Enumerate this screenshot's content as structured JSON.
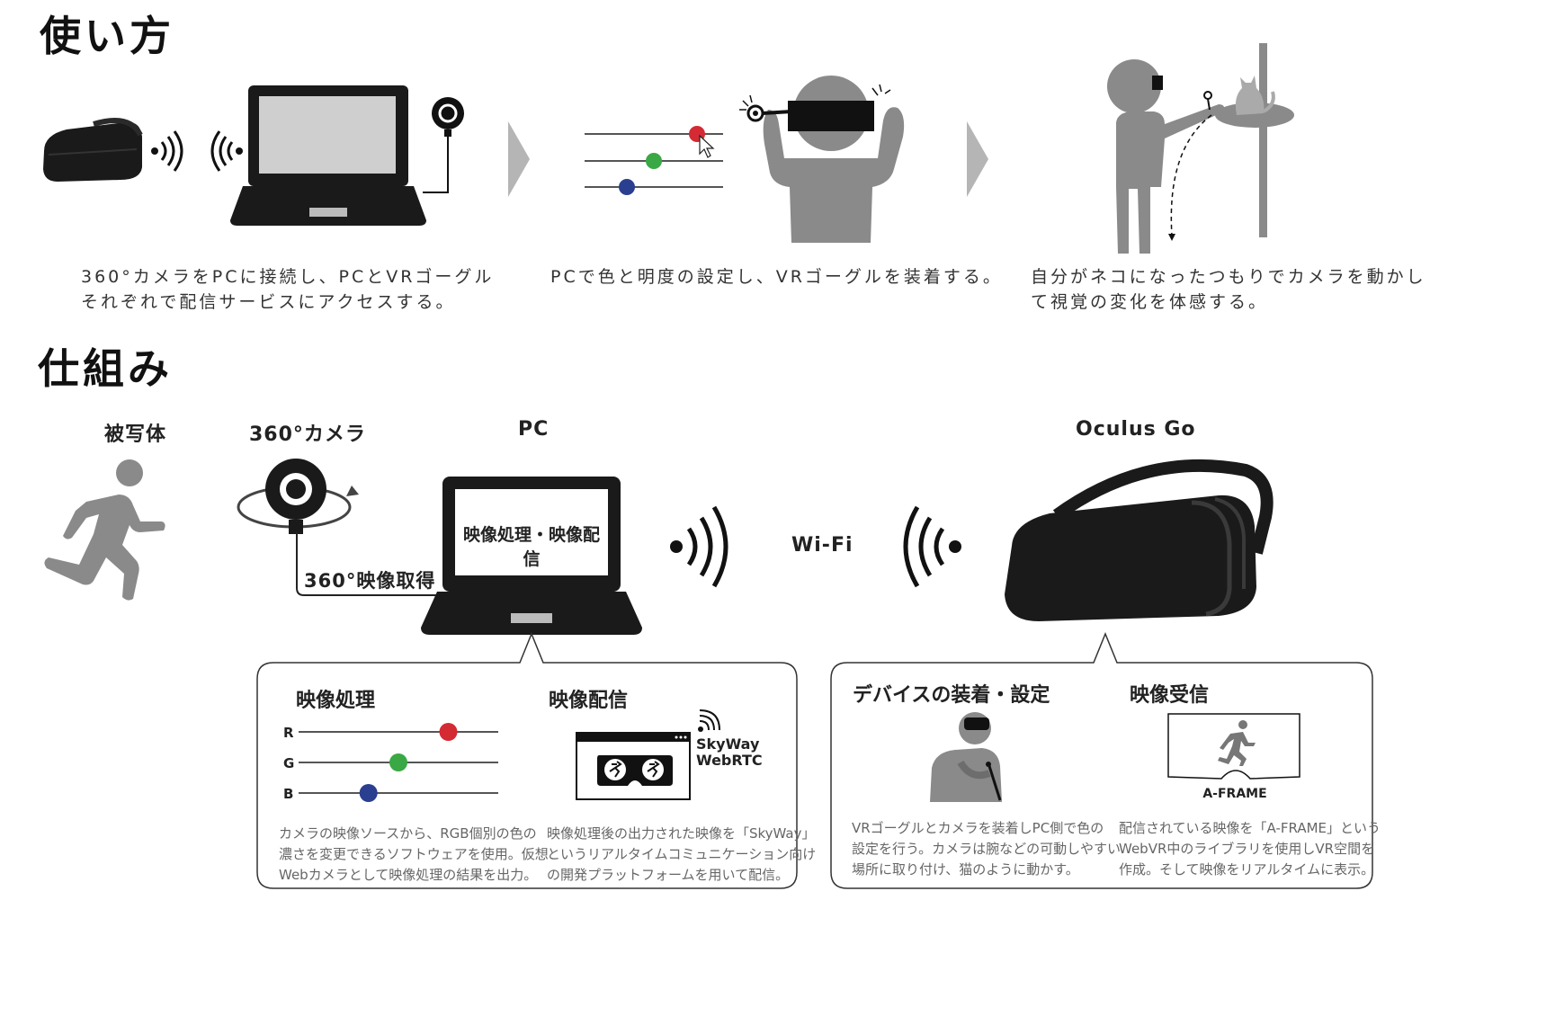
{
  "usage": {
    "heading": "使い方",
    "steps": [
      {
        "caption_lines": [
          "360°カメラをPCに接続し、PCとVRゴーグル",
          "それぞれで配信サービスにアクセスする。"
        ]
      },
      {
        "caption_lines": [
          "PCで色と明度の設定し、VRゴーグルを装着する。"
        ]
      },
      {
        "caption_lines": [
          "自分がネコになったつもりでカメラを動かし",
          "て視覚の変化を体感する。"
        ]
      }
    ]
  },
  "mechanism": {
    "heading": "仕組み",
    "labels": {
      "subject": "被写体",
      "camera": "360°カメラ",
      "pc": "PC",
      "oculus": "Oculus Go"
    },
    "pc_screen_text": "映像処理・映像配信",
    "capture_label": "360°映像取得",
    "wifi_label": "Wi-Fi"
  },
  "panel_left": {
    "processing": {
      "title": "映像処理",
      "channels": [
        {
          "name": "R",
          "value": 0.75,
          "color": "#d42a34"
        },
        {
          "name": "G",
          "value": 0.5,
          "color": "#3aa845"
        },
        {
          "name": "B",
          "value": 0.35,
          "color": "#2a3f8f"
        }
      ],
      "desc_lines": [
        "カメラの映像ソースから、RGB個別の色の",
        "濃さを変更できるソフトウェアを使用。仮想",
        "Webカメラとして映像処理の結果を出力。"
      ]
    },
    "distribution": {
      "title": "映像配信",
      "service_lines": [
        "SkyWay",
        "WebRTC"
      ],
      "desc_lines": [
        "映像処理後の出力された映像を「SkyWay」",
        "というリアルタイムコミュニケーション向け",
        "の開発プラットフォームを用いて配信。"
      ]
    }
  },
  "panel_right": {
    "device": {
      "title": "デバイスの装着・設定",
      "desc_lines": [
        "VRゴーグルとカメラを装着しPC側で色の",
        "設定を行う。カメラは腕などの可動しやすい",
        "場所に取り付け、猫のように動かす。"
      ]
    },
    "receive": {
      "title": "映像受信",
      "framework": "A-FRAME",
      "desc_lines": [
        "配信されている映像を「A-FRAME」という",
        "WebVR中のライブラリを使用しVR空間を",
        "作成。そして映像をリアルタイムに表示。"
      ]
    }
  },
  "colors": {
    "red": "#d42a34",
    "green": "#3aa845",
    "blue": "#2a3f8f",
    "figure_gray": "#8a8a8a",
    "device_black": "#1a1a1a"
  },
  "icons": [
    "vr-headset-icon",
    "wifi-signal-icon",
    "laptop-icon",
    "360-camera-icon",
    "arrow-right-icon",
    "rgb-slider-icon",
    "person-wearing-goggles-icon",
    "cat-icon",
    "running-person-icon",
    "browser-window-icon"
  ]
}
